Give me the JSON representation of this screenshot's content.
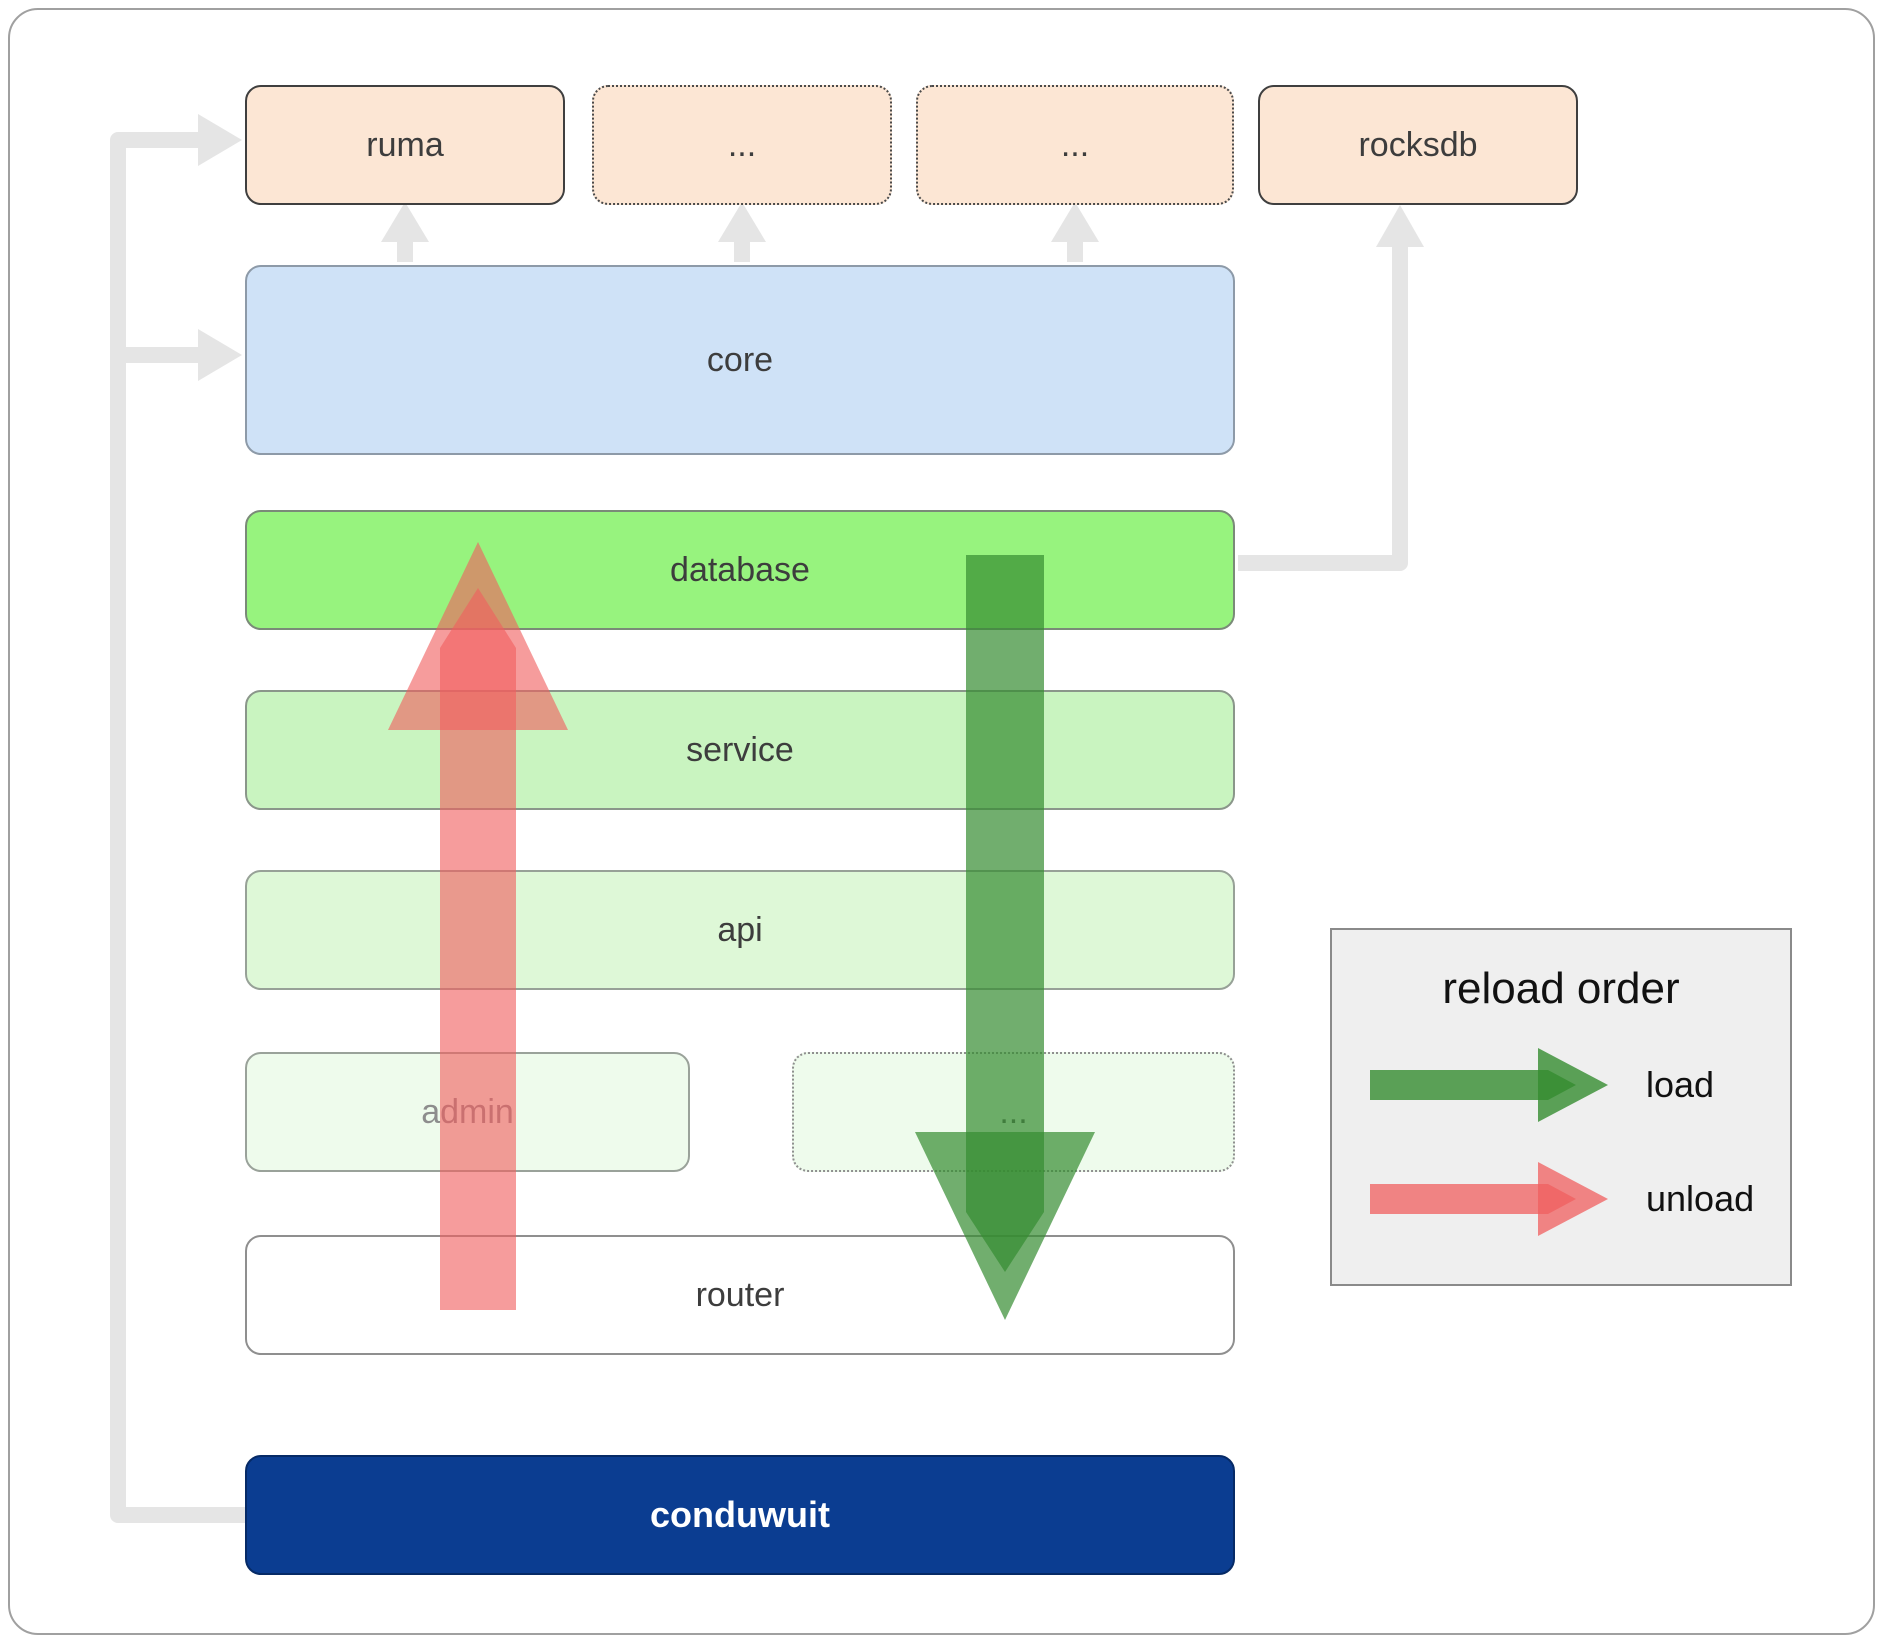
{
  "boxes": {
    "ruma": {
      "label": "ruma"
    },
    "ext1": {
      "label": "..."
    },
    "ext2": {
      "label": "..."
    },
    "rocksdb": {
      "label": "rocksdb"
    },
    "core": {
      "label": "core"
    },
    "database": {
      "label": "database"
    },
    "service": {
      "label": "service"
    },
    "api": {
      "label": "api"
    },
    "admin": {
      "label": "admin"
    },
    "more": {
      "label": "..."
    },
    "router": {
      "label": "router"
    },
    "conduwuit": {
      "label": "conduwuit"
    }
  },
  "legend": {
    "title": "reload order",
    "load_label": "load",
    "unload_label": "unload"
  },
  "colors": {
    "peach": "#fce6d4",
    "core_blue": "#cfe2f7",
    "database_green": "#97f37e",
    "service_green": "#c9f4c0",
    "api_green": "#def8d7",
    "admin_green": "#eefbec",
    "conduwuit_blue": "#0b3d91",
    "load_arrow_green": "#388e3c",
    "unload_arrow_red": "#f05f5f",
    "connector_gray": "#e5e5e5"
  }
}
